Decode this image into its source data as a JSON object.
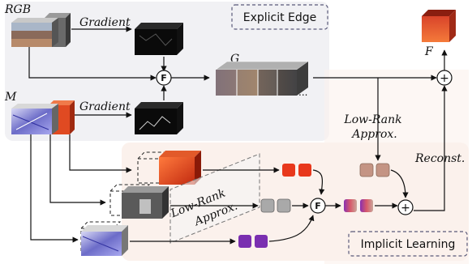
{
  "labels": {
    "rgb": "RGB",
    "m": "M",
    "g": "G",
    "f": "F",
    "gradient_top": "Gradient",
    "gradient_bottom": "Gradient",
    "explicit_edge": "Explicit Edge",
    "implicit_learning": "Implicit Learning",
    "low_rank_right_1": "Low-Rank",
    "low_rank_right_2": "Approx.",
    "low_rank_center_1": "Low-Rank",
    "low_rank_center_2": "Approx.",
    "reconst": "Reconst.",
    "fusion": "F",
    "plus": "+",
    "ellipsis": "..."
  },
  "colors": {
    "explicit_bg": "#f1f1f4",
    "implicit_bg": "#fbf1ec",
    "box_border": "#5a5a7a",
    "red_token": "#e8381c",
    "gray_token": "#a9a9a9",
    "purple_token": "#7a2fb0",
    "tan_token": "#c49484",
    "output_cube": "#e5431f"
  }
}
